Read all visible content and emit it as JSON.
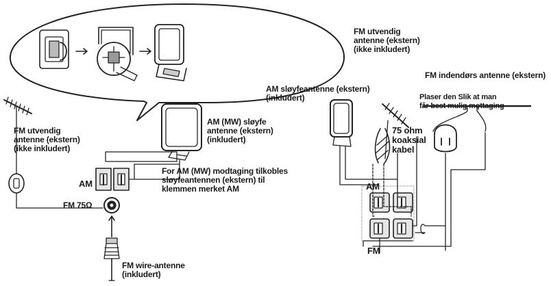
{
  "left_diagram": {
    "fm_outdoor_antenna": "FM utvendig\nantenne (ekstern)\n(ikke inkludert)",
    "am_loop_antenna": "AM (MW) sløyfe\nantenne (ekstern)\n(inkludert)",
    "am_terminal": "AM",
    "am_instruction": "For AM (MW) modtaging tilkobles\nsløyfeantennen (ekstern) til\nklemmen merket AM",
    "fm_terminal": "FM 75Ω",
    "fm_wire_antenna": "FM wire-antenne\n(inkludert)"
  },
  "right_diagram": {
    "fm_outdoor_antenna": "FM utvendig\nantenne (ekstern)\n(ikke inkludert)",
    "fm_indoor_antenna": "FM indendørs antenne (ekstern)",
    "am_loop_antenna": "AM sløyfeantenne (ekstern)\n(inkludert)",
    "placement_note": "Plaser den Slik at man\nfår best mulig mottaging",
    "coax_cable": "75 ohm\nkoaksial\nkabel",
    "am_terminal": "AM",
    "fm_terminal": "FM"
  }
}
